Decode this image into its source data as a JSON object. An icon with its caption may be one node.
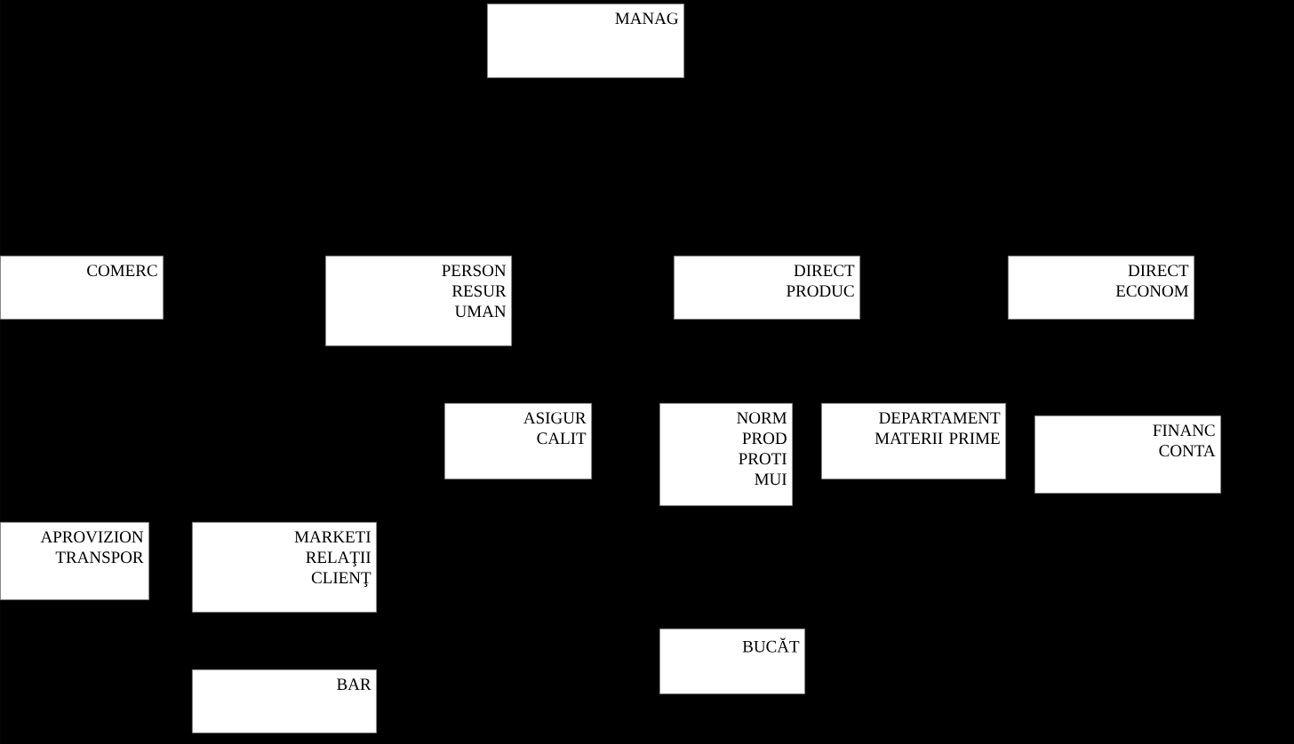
{
  "diagram": {
    "nodes": [
      {
        "text": [
          "MANAG"
        ]
      },
      {
        "text": [
          "COMERC"
        ]
      },
      {
        "text": [
          "PERSON RESUR UMAN"
        ]
      },
      {
        "text": [
          "DIRECT PRODUC"
        ]
      },
      {
        "text": [
          "DIRECT ECONOM"
        ]
      },
      {
        "text": [
          "ASIGUR CALIT"
        ]
      },
      {
        "text": [
          "NORM PROD PROTI MUI"
        ]
      },
      {
        "text": [
          "DEPARTAMENT MATERII PRIME"
        ]
      },
      {
        "text": [
          "FINANC CONTA"
        ]
      },
      {
        "text": [
          "APROVIZION TRANSPOR"
        ]
      },
      {
        "text": [
          "MARKETI RELAŢII CLIENŢ"
        ]
      },
      {
        "text": [
          "BUCĂT"
        ]
      },
      {
        "text": [
          "BAR"
        ]
      }
    ]
  }
}
